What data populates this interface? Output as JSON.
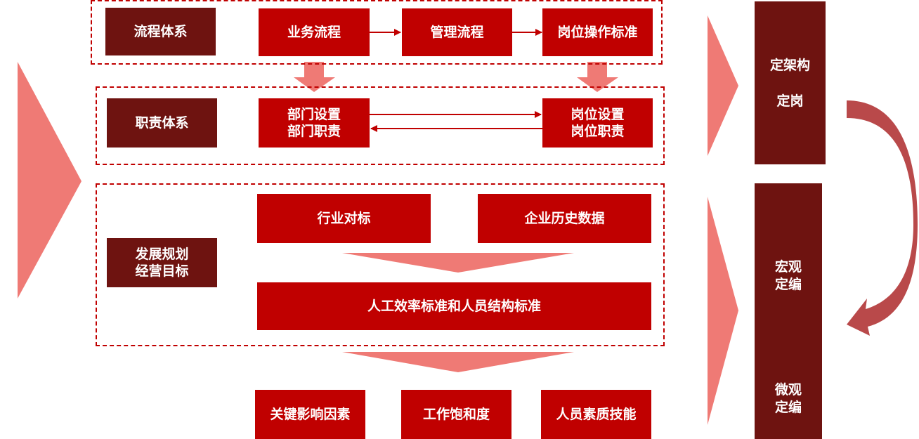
{
  "groups": {
    "process": {
      "label": "流程体系",
      "steps": [
        "业务流程",
        "管理流程",
        "岗位操作标准"
      ]
    },
    "duty": {
      "label": "职责体系",
      "dept": [
        "部门设置",
        "部门职责"
      ],
      "post": [
        "岗位设置",
        "岗位职责"
      ]
    },
    "plan": {
      "label": [
        "发展规划",
        "经营目标"
      ],
      "benchmark": "行业对标",
      "history": "企业历史数据",
      "standard": "人工效率标准和人员结构标准"
    }
  },
  "factors": [
    "关键影响因素",
    "工作饱和度",
    "人员素质技能"
  ],
  "right": {
    "top": [
      "定架构",
      "定岗"
    ],
    "macro": [
      "宏观",
      "定编"
    ],
    "micro": [
      "微观",
      "定编"
    ]
  },
  "colors": {
    "dark": "#6e1310",
    "red": "#c00000",
    "salmon": "#ef7a75",
    "curve": "#b9494a"
  }
}
